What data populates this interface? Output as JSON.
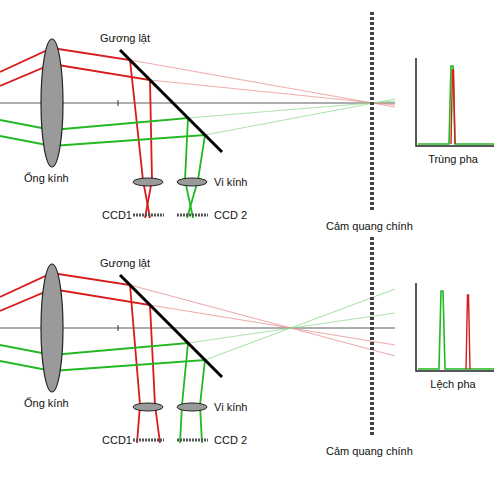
{
  "diagram": {
    "nodes": [
      {
        "text": [
          "Trùng pha"
        ]
      },
      {
        "text": [
          "Lệch pha"
        ]
      }
    ],
    "labels": [
      "Gương lật",
      "Ống kính",
      "Vi kính",
      "CCD1",
      "CCD 2",
      "Cảm quang chính",
      "Gương lật",
      "Ống kính",
      "Vi kính",
      "CCD1",
      "CCD 2",
      "Cảm quang chính"
    ]
  }
}
